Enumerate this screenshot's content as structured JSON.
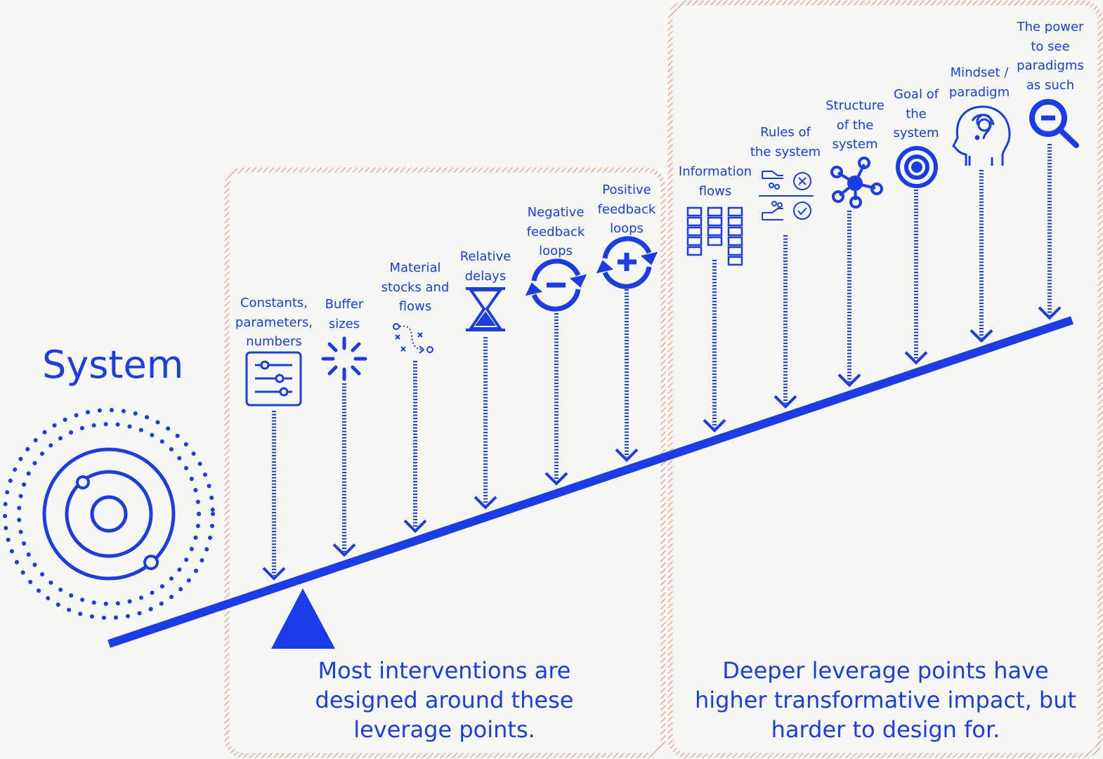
{
  "title": "System",
  "colors": {
    "primary": "#1a3de8",
    "frame": "#e8897a",
    "background": "#f7f7f4"
  },
  "levers": [
    {
      "label": "Constants,\nparameters,\nnumbers",
      "icon": "sliders-icon"
    },
    {
      "label": "Buffer\nsizes",
      "icon": "burst-icon"
    },
    {
      "label": "Material\nstocks and\nflows",
      "icon": "flow-path-icon"
    },
    {
      "label": "Relative\ndelays",
      "icon": "hourglass-icon"
    },
    {
      "label": "Negative\nfeedback\nloops",
      "icon": "minus-cycle-icon"
    },
    {
      "label": "Positive\nfeedback\nloops",
      "icon": "plus-cycle-icon"
    },
    {
      "label": "Information\nflows",
      "icon": "blocks-icon"
    },
    {
      "label": "Rules of\nthe system",
      "icon": "rules-icon"
    },
    {
      "label": "Structure\nof the\nsystem",
      "icon": "network-icon"
    },
    {
      "label": "Goal of\nthe\nsystem",
      "icon": "target-icon"
    },
    {
      "label": "Mindset /\nparadigm",
      "icon": "head-icon"
    },
    {
      "label": "The power\nto see\nparadigms\nas such",
      "icon": "magnifier-minus-icon"
    }
  ],
  "left_caption": "Most interventions are\ndesigned around these\nleverage points.",
  "right_caption": "Deeper leverage points have\nhigher transformative impact, but\nharder to design for."
}
